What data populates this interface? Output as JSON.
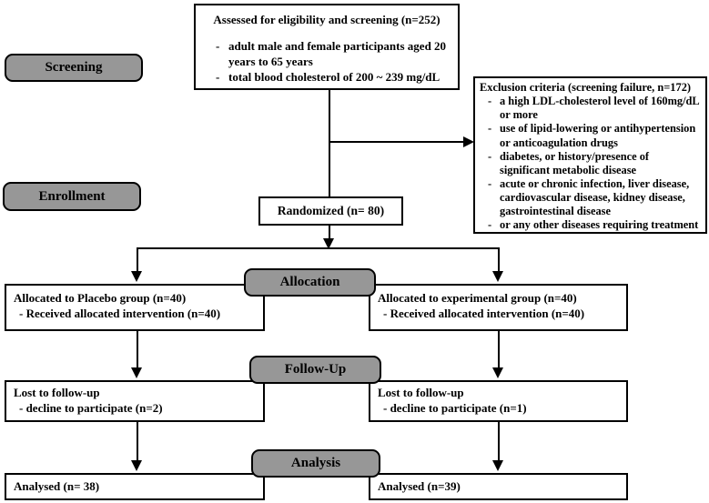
{
  "diagram": {
    "bullet_dash": "-",
    "colors": {
      "stage_fill": "#979797",
      "line": "#000000",
      "border": "#000000",
      "box_bg": "#ffffff"
    },
    "stages": {
      "screening": "Screening",
      "enrollment": "Enrollment",
      "allocation": "Allocation",
      "followup": "Follow-Up",
      "analysis": "Analysis"
    },
    "assessed": {
      "title": "Assessed for eligibility and screening (n=252)",
      "bullets": [
        "adult male and female participants aged 20 years to 65 years",
        "total blood cholesterol of 200 ~ 239 mg/dL"
      ]
    },
    "exclusion": {
      "title": "Exclusion criteria (screening failure, n=172)",
      "bullets": [
        "a high LDL-cholesterol level of 160mg/dL or more",
        "use of lipid-lowering or antihypertension or anticoagulation drugs",
        "diabetes, or history/presence of significant metabolic disease",
        "acute or chronic infection, liver disease, cardiovascular disease, kidney disease, gastrointestinal disease",
        "or any other diseases requiring treatment"
      ]
    },
    "randomized": {
      "label": "Randomized (n= 80)"
    },
    "allocation_left": {
      "line1": "Allocated to Placebo group (n=40)",
      "line2": "- Received allocated intervention (n=40)"
    },
    "allocation_right": {
      "line1": "Allocated to experimental group (n=40)",
      "line2": "- Received allocated intervention (n=40)"
    },
    "followup_left": {
      "line1": "Lost to follow-up",
      "line2": "- decline to participate (n=2)"
    },
    "followup_right": {
      "line1": "Lost to follow-up",
      "line2": "- decline to participate (n=1)"
    },
    "analysis_left": {
      "label": "Analysed (n= 38)"
    },
    "analysis_right": {
      "label": "Analysed (n=39)"
    }
  }
}
